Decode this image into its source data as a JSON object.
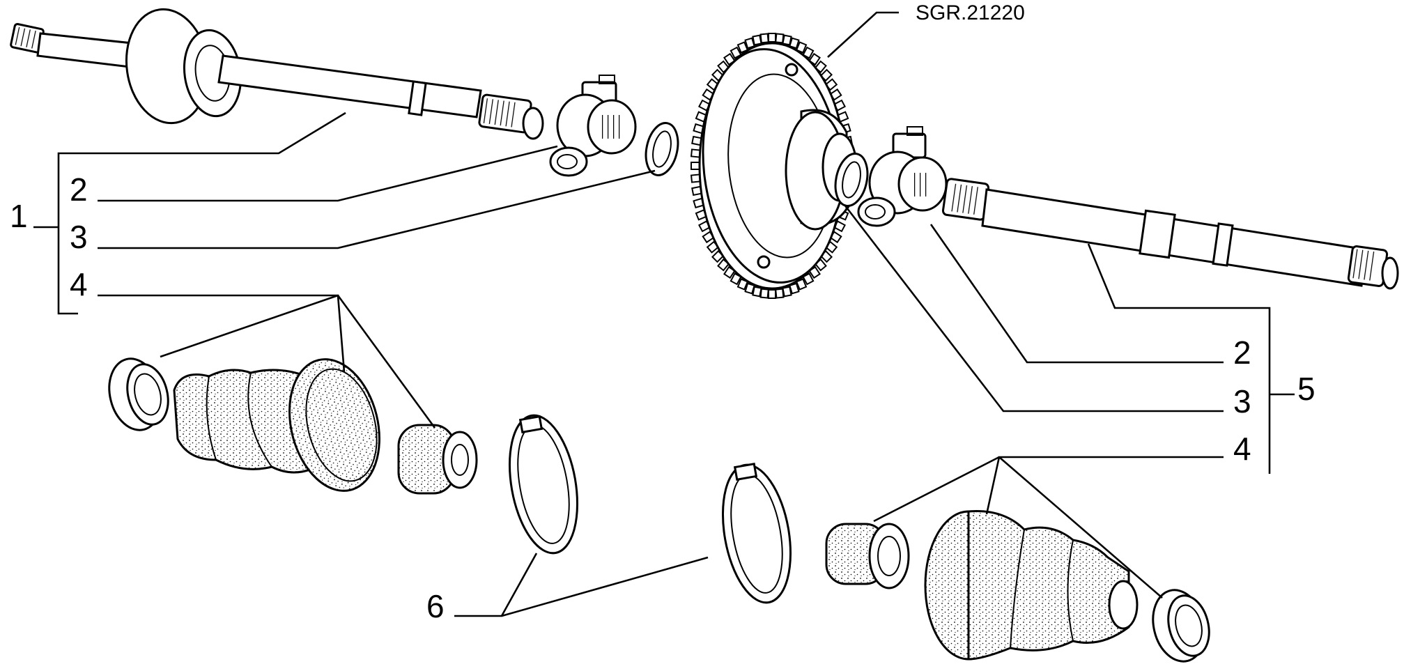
{
  "reference": "SGR.21220",
  "labels": {
    "left_group": "1",
    "left_2": "2",
    "left_3": "3",
    "left_4": "4",
    "right_group": "5",
    "right_2": "2",
    "right_3": "3",
    "right_4": "4",
    "clamp": "6"
  },
  "colors": {
    "ink": "#000000",
    "paper": "#ffffff"
  }
}
